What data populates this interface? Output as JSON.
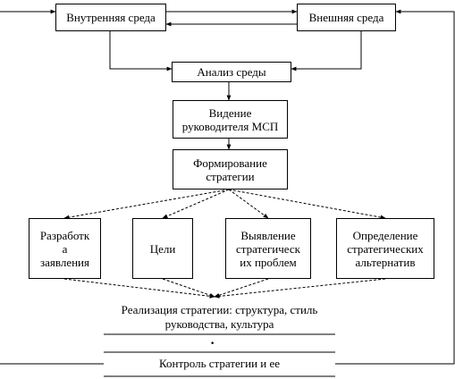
{
  "boxes": {
    "internal_env": "Внутренняя среда",
    "external_env": "Внешняя среда",
    "env_analysis": "Анализ среды",
    "leader_vision": [
      "Видение",
      "руководителя МСП"
    ],
    "strategy_formation": [
      "Формирование",
      "стратегии"
    ],
    "mission": [
      "Разработк",
      "а",
      "заявления"
    ],
    "goals": "Цели",
    "strategic_problems": [
      "Выявление",
      "стратегическ",
      "их проблем"
    ],
    "strategic_alternatives": [
      "Определение",
      "стратегических",
      "альтернатив"
    ]
  },
  "implementation": [
    "Реализация стратегии: структура, стиль",
    "руководства, культура"
  ],
  "control": "Контроль стратегии и ее"
}
